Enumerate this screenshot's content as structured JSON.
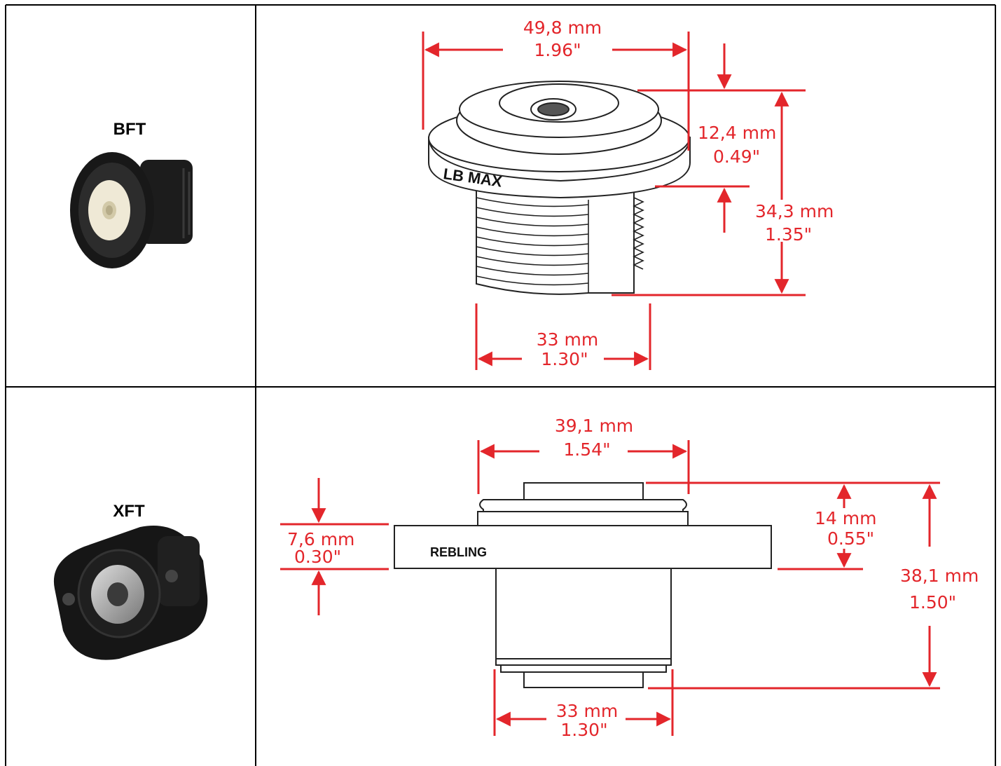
{
  "rows": [
    {
      "name": "BFT",
      "dimensions": {
        "width_mm": "49,8 mm",
        "width_in": "1.96\"",
        "flange_mm": "12,4 mm",
        "flange_in": "0.49\"",
        "height_mm": "34,3 mm",
        "height_in": "1.35\"",
        "base_mm": "33 mm",
        "base_in": "1.30\""
      },
      "part_marking": "LB MAX"
    },
    {
      "name": "XFT",
      "dimensions": {
        "top_mm": "39,1 mm",
        "top_in": "1.54\"",
        "flange_mm": "7,6 mm",
        "flange_in": "0.30\"",
        "upper_mm": "14 mm",
        "upper_in": "0.55\"",
        "height_mm": "38,1 mm",
        "height_in": "1.50\"",
        "base_mm": "33 mm",
        "base_in": "1.30\""
      },
      "part_marking": "REBLING"
    }
  ],
  "colors": {
    "dimension": "#e3262b",
    "border": "#000000",
    "part_line": "#222222"
  }
}
